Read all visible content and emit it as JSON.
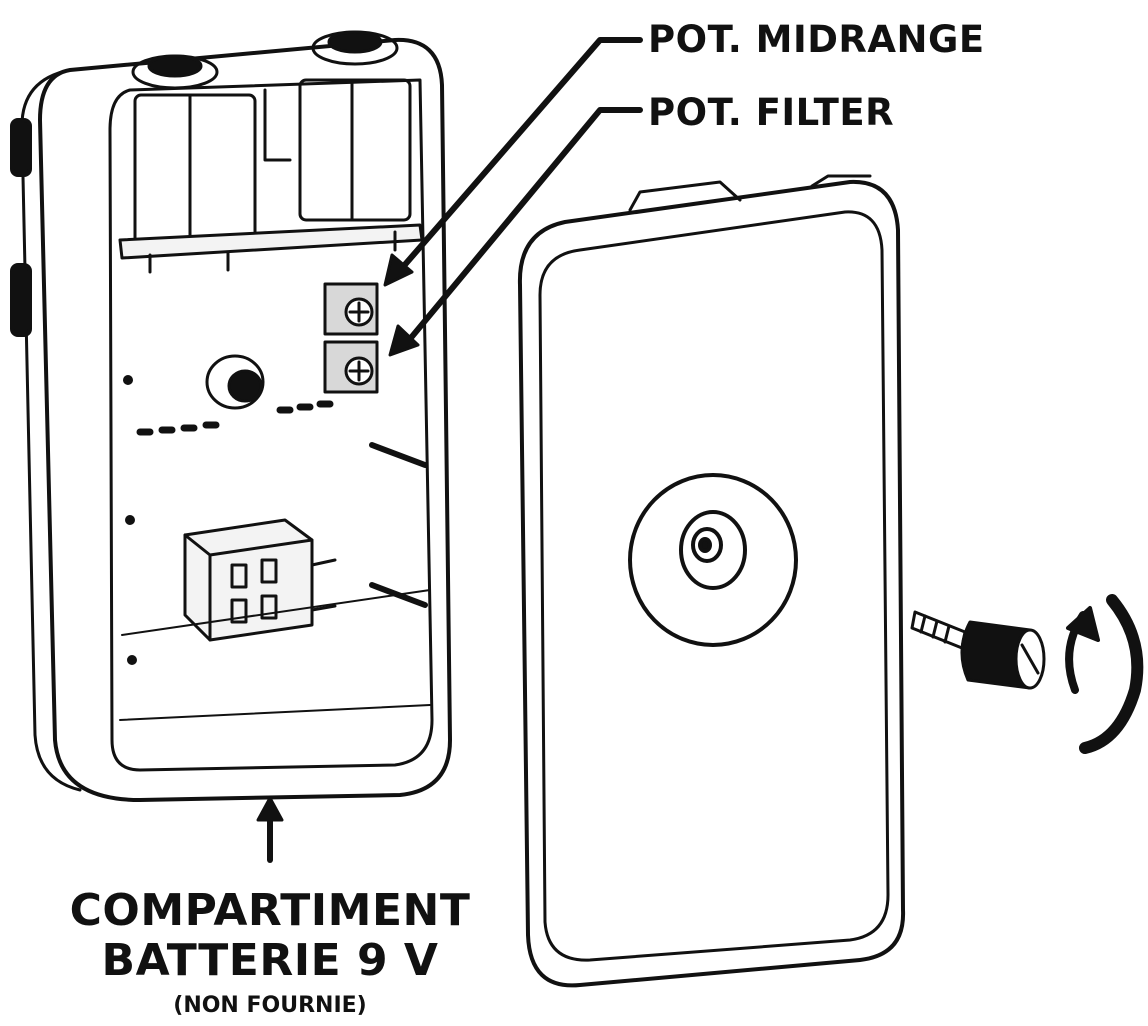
{
  "labels": {
    "pot_midrange": "POT. MIDRANGE",
    "pot_filter": "POT. FILTER",
    "compartment_line1": "COMPARTIMENT",
    "compartment_line2": "BATTERIE 9 V",
    "compartment_note": "(NON FOURNIE)"
  },
  "colors": {
    "ink": "#111111",
    "background": "#ffffff",
    "shade": "#d8d8d8"
  },
  "icons": [
    "rotate-arrow-icon",
    "thumb-screw-icon",
    "arrow-up-icon"
  ]
}
